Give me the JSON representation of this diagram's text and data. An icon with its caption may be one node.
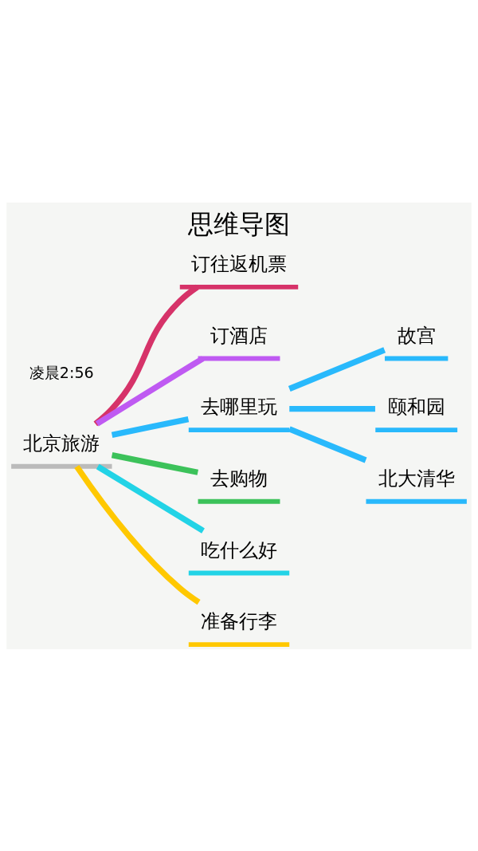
{
  "diagram": {
    "title": "思维导图",
    "nodes": [
      {
        "text": [
          "北京旅游"
        ]
      },
      {
        "text": [
          "订往返机票"
        ]
      },
      {
        "text": [
          "订酒店"
        ]
      },
      {
        "text": [
          "去哪里玩"
        ]
      },
      {
        "text": [
          "故宫"
        ]
      },
      {
        "text": [
          "颐和园"
        ]
      },
      {
        "text": [
          "北大清华"
        ]
      },
      {
        "text": [
          "去购物"
        ]
      },
      {
        "text": [
          "吃什么好"
        ]
      },
      {
        "text": [
          "准备行李"
        ]
      }
    ],
    "edges": [
      {
        "from": 0,
        "to": 1,
        "arrow": "none",
        "color": "#d63369"
      },
      {
        "from": 0,
        "to": 2,
        "arrow": "none",
        "color": "#bf5af2"
      },
      {
        "from": 0,
        "to": 3,
        "arrow": "none",
        "color": "#29b9fc"
      },
      {
        "from": 3,
        "to": 4,
        "arrow": "none",
        "color": "#29b9fc"
      },
      {
        "from": 3,
        "to": 5,
        "arrow": "none",
        "color": "#29b9fc"
      },
      {
        "from": 3,
        "to": 6,
        "arrow": "none",
        "color": "#29b9fc"
      },
      {
        "from": 0,
        "to": 7,
        "arrow": "none",
        "color": "#3cc25a"
      },
      {
        "from": 0,
        "to": 8,
        "arrow": "none",
        "color": "#22d3e6"
      },
      {
        "from": 0,
        "to": 9,
        "arrow": "none",
        "color": "#ffc800"
      }
    ],
    "labels": [
      "凌晨2:56"
    ]
  }
}
